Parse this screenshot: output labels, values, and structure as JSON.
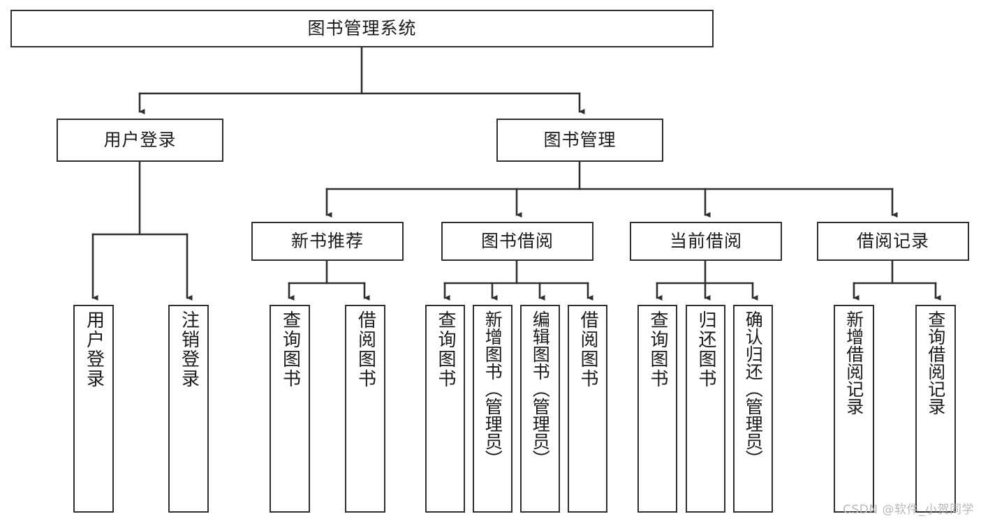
{
  "diagram": {
    "type": "tree",
    "title": "图书管理系统",
    "watermark": "CSDN @软件_小贺同学",
    "colors": {
      "box_border": "#2f2f2f",
      "box_fill": "#ffffff",
      "connector": "#2f2f2f",
      "text": "#1a1a1a",
      "watermark": "#b9b9b9"
    },
    "root": {
      "label": "图书管理系统"
    },
    "level2": [
      {
        "label": "用户登录"
      },
      {
        "label": "图书管理"
      }
    ],
    "level3": [
      {
        "label": "新书推荐"
      },
      {
        "label": "图书借阅"
      },
      {
        "label": "当前借阅"
      },
      {
        "label": "借阅记录"
      }
    ],
    "leaves": {
      "user_login": [
        {
          "label": "用户登录"
        },
        {
          "label": "注销登录"
        }
      ],
      "new_book": [
        {
          "label": "查询图书"
        },
        {
          "label": "借阅图书"
        }
      ],
      "borrow": [
        {
          "label": "查询图书"
        },
        {
          "label": "新增图书（管理员）"
        },
        {
          "label": "编辑图书（管理员）"
        },
        {
          "label": "借阅图书"
        }
      ],
      "current": [
        {
          "label": "查询图书"
        },
        {
          "label": "归还图书"
        },
        {
          "label": "确认归还（管理员）"
        }
      ],
      "records": [
        {
          "label": "新增借阅记录"
        },
        {
          "label": "查询借阅记录"
        }
      ]
    }
  }
}
